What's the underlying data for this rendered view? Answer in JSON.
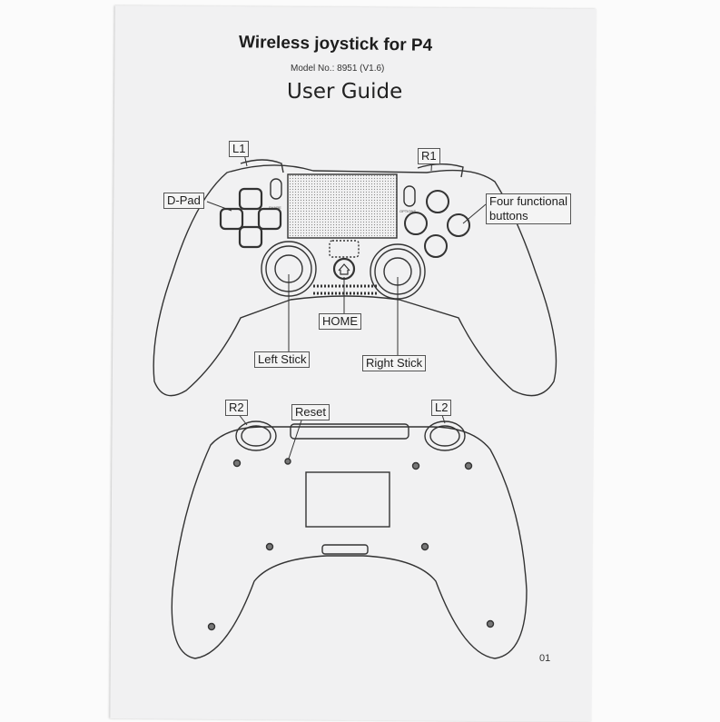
{
  "document": {
    "title": "Wireless joystick for P4",
    "model": "Model No.: 8951 (V1.6)",
    "subtitle": "User Guide",
    "page_number": "01"
  },
  "front_view": {
    "labels": {
      "l1": "L1",
      "r1": "R1",
      "dpad": "D-Pad",
      "four_buttons_line1": "Four functional",
      "four_buttons_line2": "buttons",
      "home": "HOME",
      "left_stick": "Left Stick",
      "right_stick": "Right Stick",
      "share": "SHARE",
      "options": "OPTIONS"
    }
  },
  "back_view": {
    "labels": {
      "r2": "R2",
      "reset": "Reset",
      "l2": "L2"
    }
  }
}
